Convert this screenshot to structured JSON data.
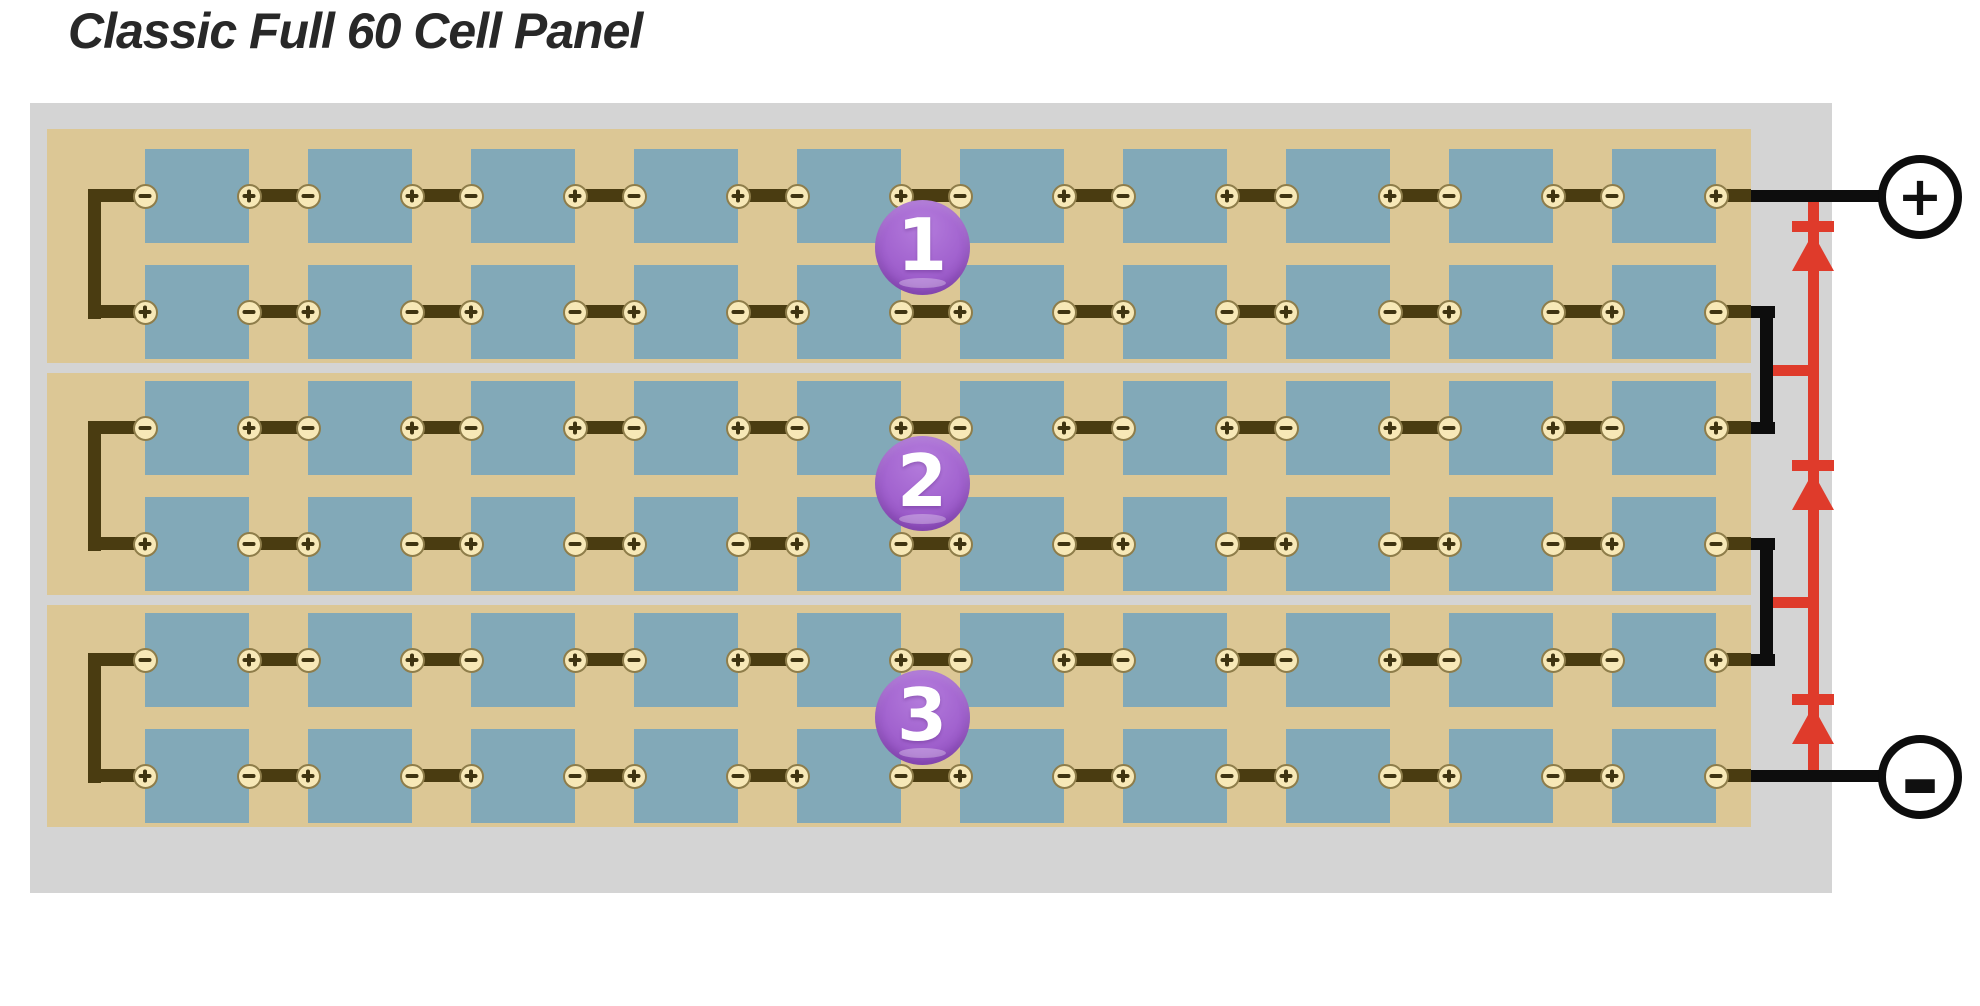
{
  "title": "Classic Full 60 Cell Panel",
  "badges": [
    "1",
    "2",
    "3"
  ],
  "terminals": {
    "positive_label": "+",
    "negative_label": "-"
  },
  "panel": {
    "substring_count": 3,
    "rows_per_substring": 2,
    "cells_per_row": 10,
    "total_cells": 60,
    "row_polarity": [
      {
        "left": "minus",
        "right": "plus"
      },
      {
        "left": "plus",
        "right": "minus"
      }
    ]
  },
  "bypass_diodes": {
    "count": 3,
    "orientation": "up"
  },
  "colors": {
    "title": "#282828",
    "frame": "#d4d4d4",
    "laminate": "#dcc795",
    "cell": "#82a9b8",
    "wire": "#4a3c11",
    "terminal_fill": "#f7e8b7",
    "terminal_border": "#8e7d4a",
    "terminal_symbol": "#3f3411",
    "bus": "#0d0d0d",
    "diode_red": "#df3b2b",
    "badge": "#a263cf",
    "badge_light": "#b47cdc",
    "badge_dark": "#8e4bbc"
  }
}
